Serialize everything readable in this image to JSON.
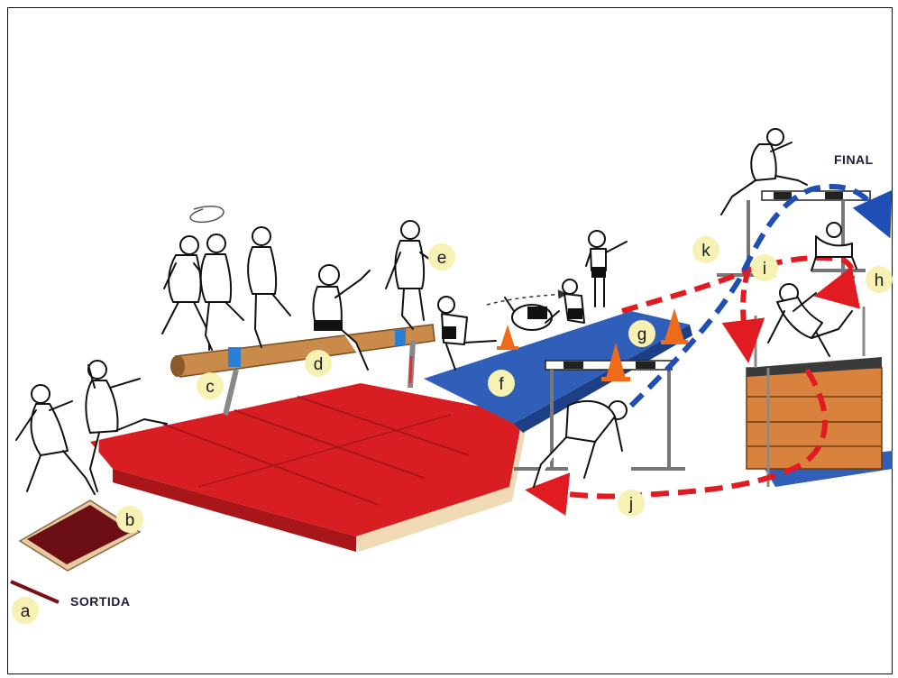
{
  "captions": {
    "start": "SORTIDA",
    "finish": "FINAL"
  },
  "stations": [
    {
      "id": "a",
      "label": "a"
    },
    {
      "id": "b",
      "label": "b"
    },
    {
      "id": "c",
      "label": "c"
    },
    {
      "id": "d",
      "label": "d"
    },
    {
      "id": "e",
      "label": "e"
    },
    {
      "id": "f",
      "label": "f"
    },
    {
      "id": "g",
      "label": "g"
    },
    {
      "id": "h",
      "label": "h"
    },
    {
      "id": "i",
      "label": "i"
    },
    {
      "id": "j",
      "label": "j"
    },
    {
      "id": "k",
      "label": "k"
    }
  ],
  "colors": {
    "badge_fill": "#f7f1b4",
    "mat_red": "#d81e22",
    "mat_red_dark": "#a8161a",
    "mat_blue": "#2f5fb8",
    "beam_wood": "#c98a4a",
    "box_wood": "#d9823e",
    "path_red": "#e11b22",
    "path_blue": "#1f4fb5",
    "cone_orange": "#ef6b1a",
    "springboard": "#6b0f14"
  }
}
